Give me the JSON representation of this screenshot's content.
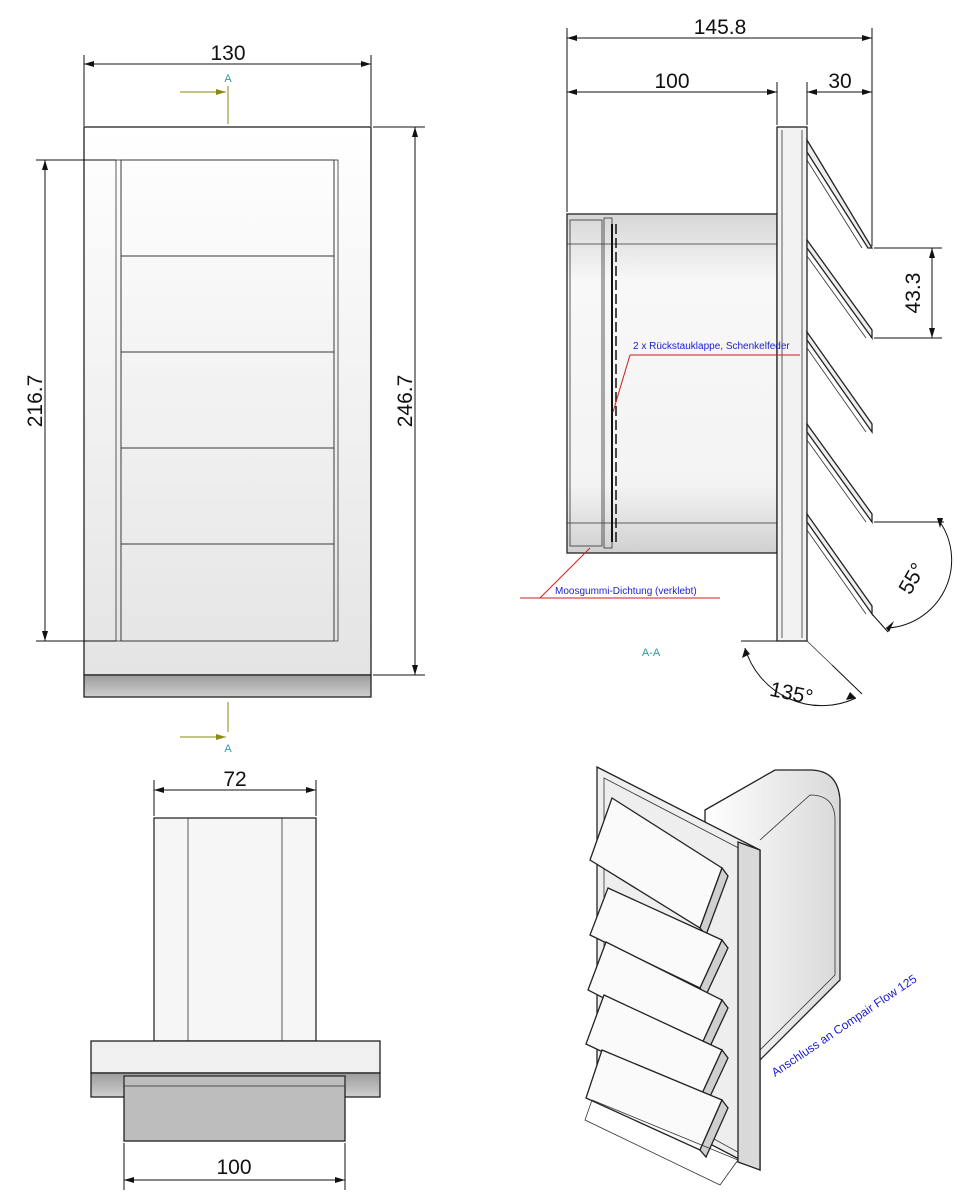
{
  "dimensions": {
    "front_width": "130",
    "front_inner_height": "216.7",
    "front_outer_height": "246.7",
    "side_total": "145.8",
    "side_spigot": "100",
    "side_flange": "30",
    "side_pitch": "43.3",
    "side_angle_louver": "55°",
    "side_angle_bottom": "135°",
    "bottom_spigot": "72",
    "bottom_base": "100"
  },
  "section_marks": {
    "top": "A",
    "bottom": "A",
    "view_label": "A-A"
  },
  "annotations": {
    "flap": "2 x Rückstauklappe, Schenkelfeder",
    "seal": "Moosgummi-Dichtung (verklebt)",
    "connection": "Anschluss an Compair Flow 125"
  },
  "colors": {
    "annotation_text": "#1c1cd0",
    "leader_line": "#c81e1e",
    "section_arrow": "#8a8a10",
    "section_text": "#2f9a9a"
  }
}
